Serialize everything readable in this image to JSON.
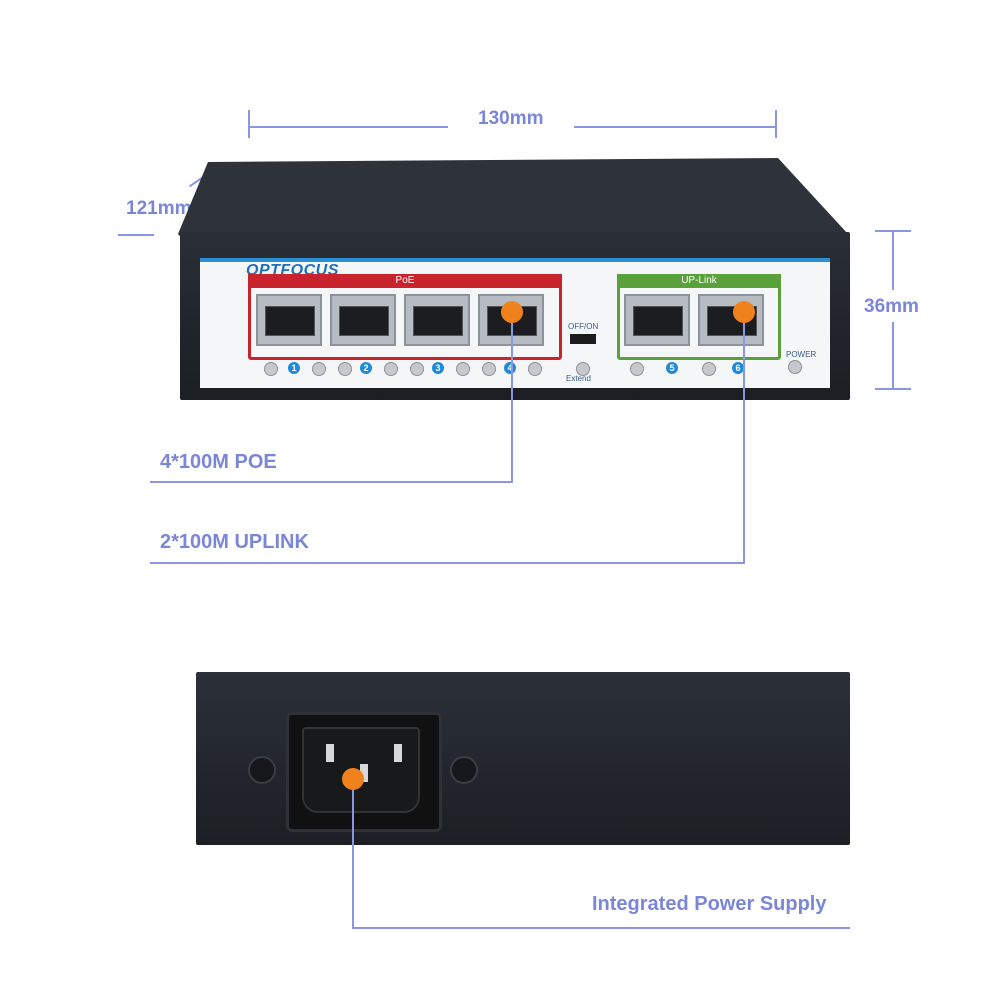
{
  "dimensions": {
    "width": "130mm",
    "depth": "121mm",
    "height": "36mm"
  },
  "front_panel": {
    "brand": "OPTFOCUS",
    "poe_label": "PoE",
    "uplink_label": "UP-Link",
    "switch_label_top": "OFF/ON",
    "switch_label_bottom": "Extend",
    "power_label": "POWER",
    "port_numbers": [
      "1",
      "2",
      "3",
      "4",
      "5",
      "6"
    ]
  },
  "callouts": {
    "poe": "4*100M POE",
    "uplink": "2*100M UPLINK",
    "power": "Integrated Power Supply"
  },
  "colors": {
    "callout": "#7a86d6",
    "marker": "#f0821e",
    "poe_frame": "#c9232d",
    "uplink_frame": "#5aa13b"
  }
}
